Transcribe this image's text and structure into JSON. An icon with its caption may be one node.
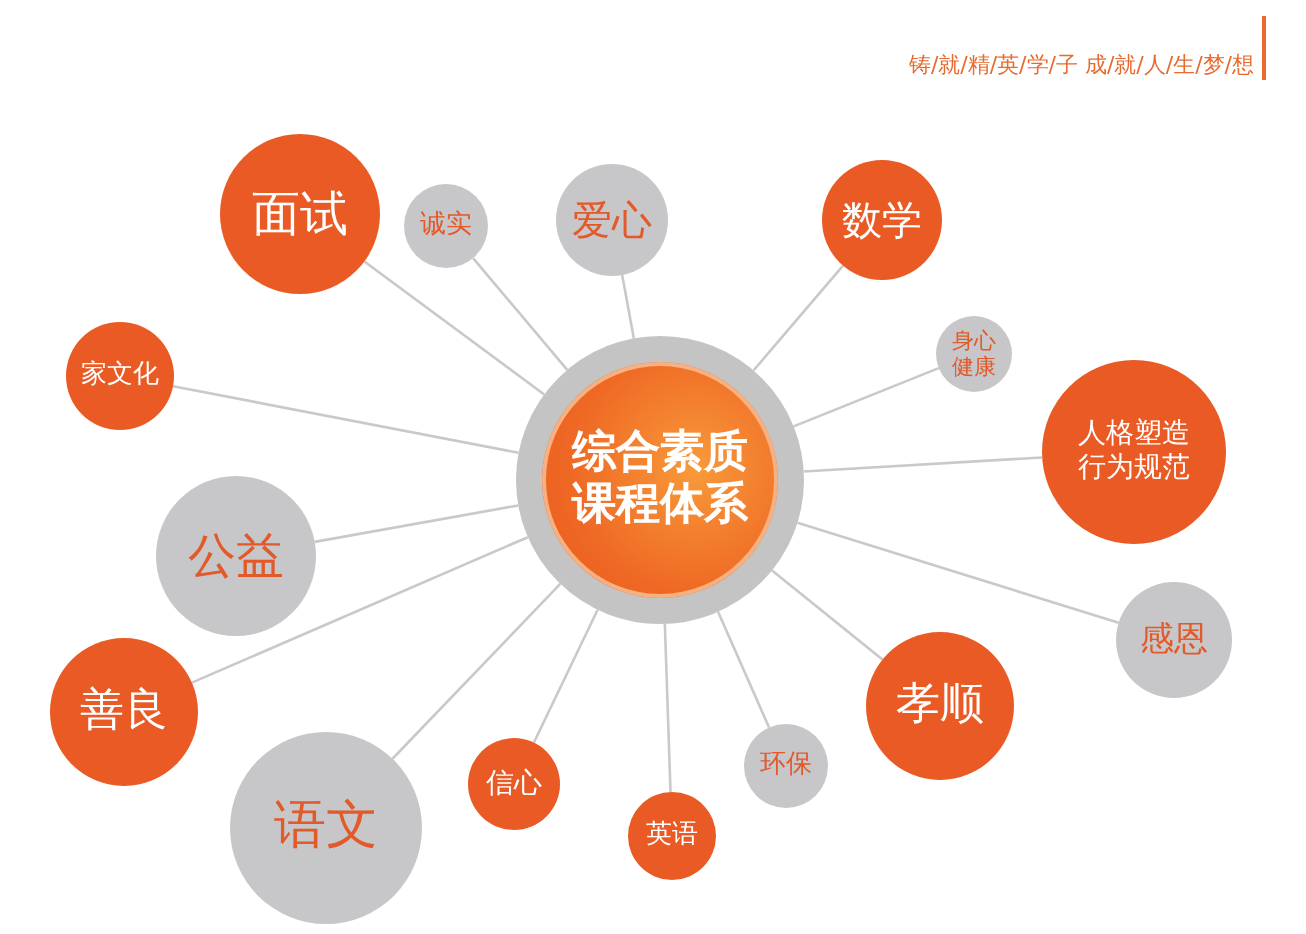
{
  "diagram": {
    "nodes": [
      {
        "text": [
          "综合素质课程体系"
        ]
      },
      {
        "text": [
          "面试"
        ]
      },
      {
        "text": [
          "诚实"
        ]
      },
      {
        "text": [
          "爱心"
        ]
      },
      {
        "text": [
          "数学"
        ]
      },
      {
        "text": [
          "身心健康"
        ]
      },
      {
        "text": [
          "人格塑造行为规范"
        ]
      },
      {
        "text": [
          "家文化"
        ]
      },
      {
        "text": [
          "公益"
        ]
      },
      {
        "text": [
          "感恩"
        ]
      },
      {
        "text": [
          "善良"
        ]
      },
      {
        "text": [
          "孝顺"
        ]
      },
      {
        "text": [
          "语文"
        ]
      },
      {
        "text": [
          "信心"
        ]
      },
      {
        "text": [
          "英语"
        ]
      },
      {
        "text": [
          "环保"
        ]
      }
    ],
    "edges": [
      {
        "from": 0,
        "to": 1,
        "arrow": "none"
      },
      {
        "from": 0,
        "to": 2,
        "arrow": "none"
      },
      {
        "from": 0,
        "to": 3,
        "arrow": "none"
      },
      {
        "from": 0,
        "to": 4,
        "arrow": "none"
      },
      {
        "from": 0,
        "to": 5,
        "arrow": "none"
      },
      {
        "from": 0,
        "to": 6,
        "arrow": "none"
      },
      {
        "from": 0,
        "to": 7,
        "arrow": "none"
      },
      {
        "from": 0,
        "to": 8,
        "arrow": "none"
      },
      {
        "from": 0,
        "to": 9,
        "arrow": "none"
      },
      {
        "from": 0,
        "to": 10,
        "arrow": "none"
      },
      {
        "from": 0,
        "to": 11,
        "arrow": "none"
      },
      {
        "from": 0,
        "to": 12,
        "arrow": "none"
      },
      {
        "from": 0,
        "to": 13,
        "arrow": "none"
      },
      {
        "from": 0,
        "to": 14,
        "arrow": "none"
      },
      {
        "from": 0,
        "to": 15,
        "arrow": "none"
      }
    ],
    "labels": [
      "铸/就/精/英/学/子 成/就/人/生/梦/想"
    ]
  }
}
